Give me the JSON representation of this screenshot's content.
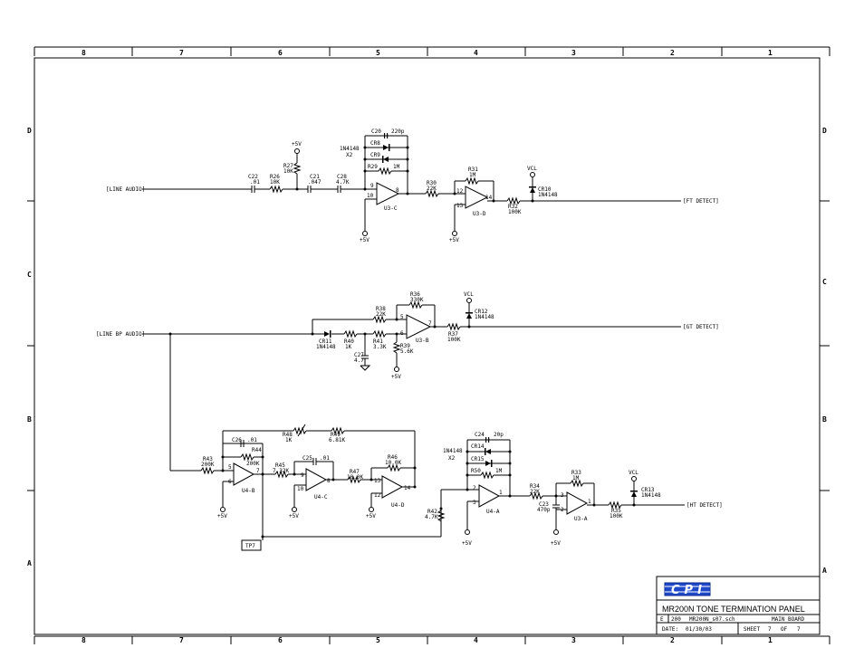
{
  "frame": {
    "columns": [
      "8",
      "7",
      "6",
      "5",
      "4",
      "3",
      "2",
      "1"
    ],
    "rows": [
      "D",
      "C",
      "B",
      "A"
    ]
  },
  "nets": {
    "line_audio": "[LINE AUDIO]",
    "ft_detect": "[FT DETECT]",
    "line_bp_audio": "[LINE BP AUDIO]",
    "gt_detect": "[GT DETECT]",
    "ht_detect": "[HT DETECT]",
    "tp7": "TP7"
  },
  "power": {
    "pos5": "+5V",
    "vcl": "VCL"
  },
  "parts": {
    "c22": "C22",
    "c22v": ".01",
    "r26": "R26",
    "r26v": "10K",
    "r27": "R27",
    "r27v": "10K",
    "c21": "C21",
    "c21v": ".047",
    "c28": "C28",
    "c28v": "4.7K",
    "c20": "C20",
    "c20v": "220p",
    "cr8": "CR8",
    "cr9": "CR9",
    "dtype": "1N4148",
    "x2": "X2",
    "r29": "R29",
    "r29v": "1M",
    "u3c": "U3-C",
    "r30": "R30",
    "r30v": "22K",
    "r31": "R31",
    "r31v": "1M",
    "u3d": "U3-D",
    "r32": "R32",
    "r32v": "100K",
    "cr10": "CR10",
    "r36": "R36",
    "r36v": "330K",
    "r38": "R38",
    "r38v": "22K",
    "u3b": "U3-B",
    "cr11": "CR11",
    "r40": "R40",
    "r40v": "1K",
    "r41": "R41",
    "r41v": "3.3K",
    "r39": "R39",
    "r39v": "5.6K",
    "c27": "C27",
    "c27v": "4.7",
    "r37": "R37",
    "r37v": "100K",
    "cr12": "CR12",
    "c26": "C26",
    "c26v": ".01",
    "r44": "R44",
    "r44v": "200K",
    "r43": "R43",
    "r43v": "200K",
    "u4b": "U4-B",
    "r45": "R45",
    "r45v": "7.32K",
    "c25": "C25",
    "c25v": ".01",
    "u4c": "U4-C",
    "r47": "R47",
    "r47v": "10.0K",
    "r46": "R46",
    "r46v": "10.0K",
    "u4d": "U4-D",
    "r48": "R48",
    "r48v": "1K",
    "r49": "R49",
    "r49v": "6.81K",
    "c24": "C24",
    "c24v": "20p",
    "cr14": "CR14",
    "cr15": "CR15",
    "r50": "R50",
    "r50v": "1M",
    "u4a": "U4-A",
    "r42": "R42",
    "r42v": "4.7K",
    "r34": "R34",
    "r34v": "22K",
    "c23": "C23",
    "c23v": "470p",
    "r33": "R33",
    "r33v": "1M",
    "u3a": "U3-A",
    "r35": "R35",
    "r35v": "100K",
    "cr13": "CR13"
  },
  "pins": {
    "p9": "9",
    "p8": "8",
    "p10": "10",
    "p12": "12",
    "p14": "14",
    "p13": "13",
    "p5": "5",
    "p7": "7",
    "p6": "6",
    "p2": "2",
    "p1": "1",
    "p3": "3"
  },
  "title_block": {
    "logo": "CPI",
    "title": "MR200N TONE TERMINATION PANEL",
    "size": "E",
    "doc": "200",
    "file": "MR200N_s07.sch",
    "board": "MAIN BOARD",
    "date_label": "DATE:",
    "date": "01/30/03",
    "sheet_label": "SHEET",
    "sheet": "7",
    "of_label": "OF",
    "sheet_total": "7"
  }
}
